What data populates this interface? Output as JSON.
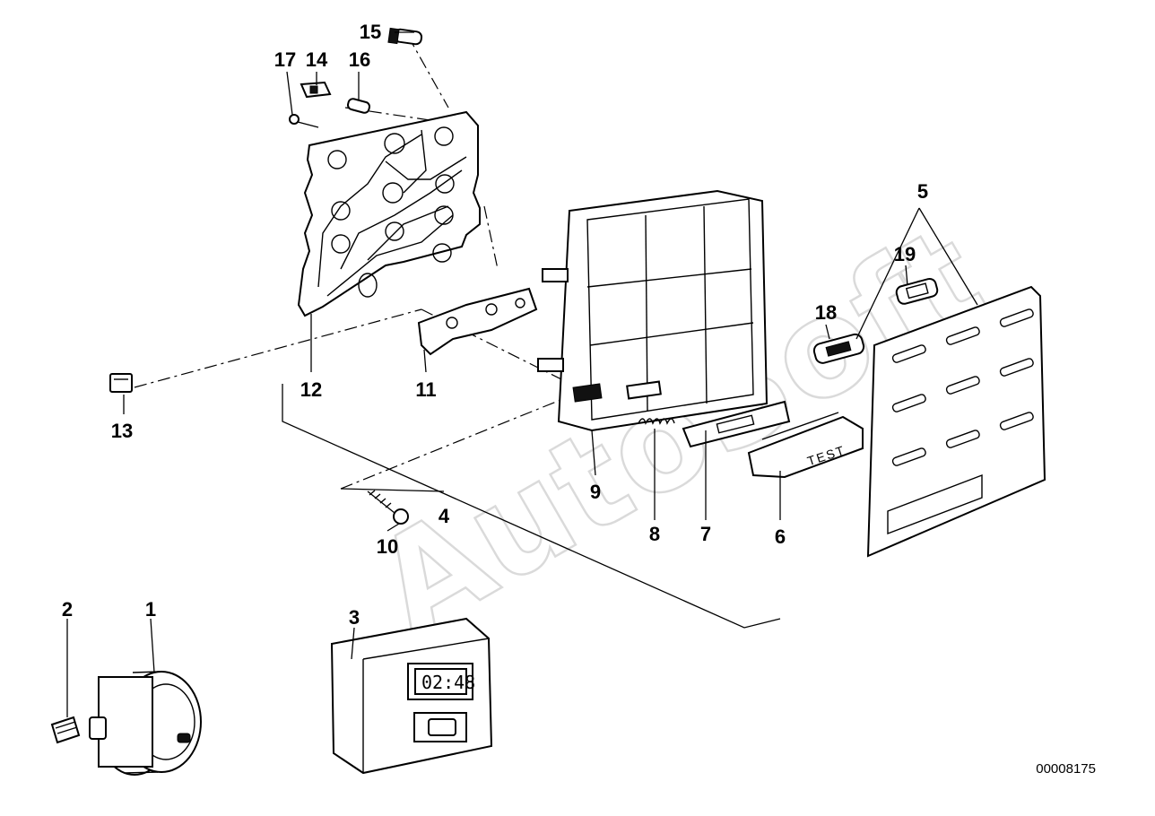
{
  "diagram": {
    "figure_id": "00008175",
    "watermark": "AutoSoft",
    "test_button_label": "TEST",
    "clock_display": "02:48",
    "callouts": [
      {
        "id": "c1",
        "label": "1"
      },
      {
        "id": "c2",
        "label": "2"
      },
      {
        "id": "c3",
        "label": "3"
      },
      {
        "id": "c4",
        "label": "4"
      },
      {
        "id": "c5",
        "label": "5"
      },
      {
        "id": "c6",
        "label": "6"
      },
      {
        "id": "c7",
        "label": "7"
      },
      {
        "id": "c8",
        "label": "8"
      },
      {
        "id": "c9",
        "label": "9"
      },
      {
        "id": "c10",
        "label": "10"
      },
      {
        "id": "c11",
        "label": "11"
      },
      {
        "id": "c12",
        "label": "12"
      },
      {
        "id": "c13",
        "label": "13"
      },
      {
        "id": "c14",
        "label": "14"
      },
      {
        "id": "c15",
        "label": "15"
      },
      {
        "id": "c16",
        "label": "16"
      },
      {
        "id": "c17",
        "label": "17"
      },
      {
        "id": "c18",
        "label": "18"
      },
      {
        "id": "c19",
        "label": "19"
      }
    ]
  }
}
